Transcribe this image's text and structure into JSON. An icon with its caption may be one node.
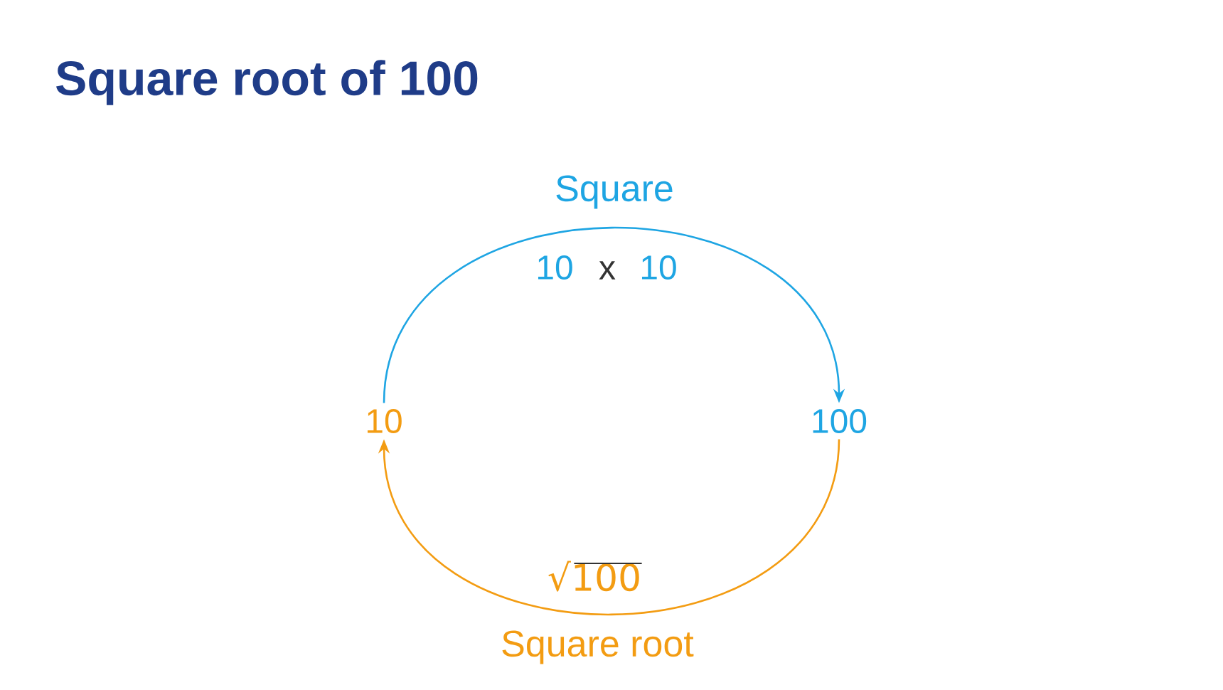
{
  "diagram": {
    "title": "Square root of 100",
    "nodes": [
      {
        "text": [
          "10"
        ]
      },
      {
        "text": [
          "100"
        ]
      }
    ],
    "edges": [
      {
        "from": 0,
        "to": 1,
        "arrow": "to",
        "label": "Square",
        "color": "#1ea5e3"
      },
      {
        "from": 1,
        "to": 0,
        "arrow": "to",
        "label": "Square root",
        "color": "#f39c12"
      }
    ],
    "labels": [
      "10",
      "x",
      "10",
      "√100"
    ]
  }
}
